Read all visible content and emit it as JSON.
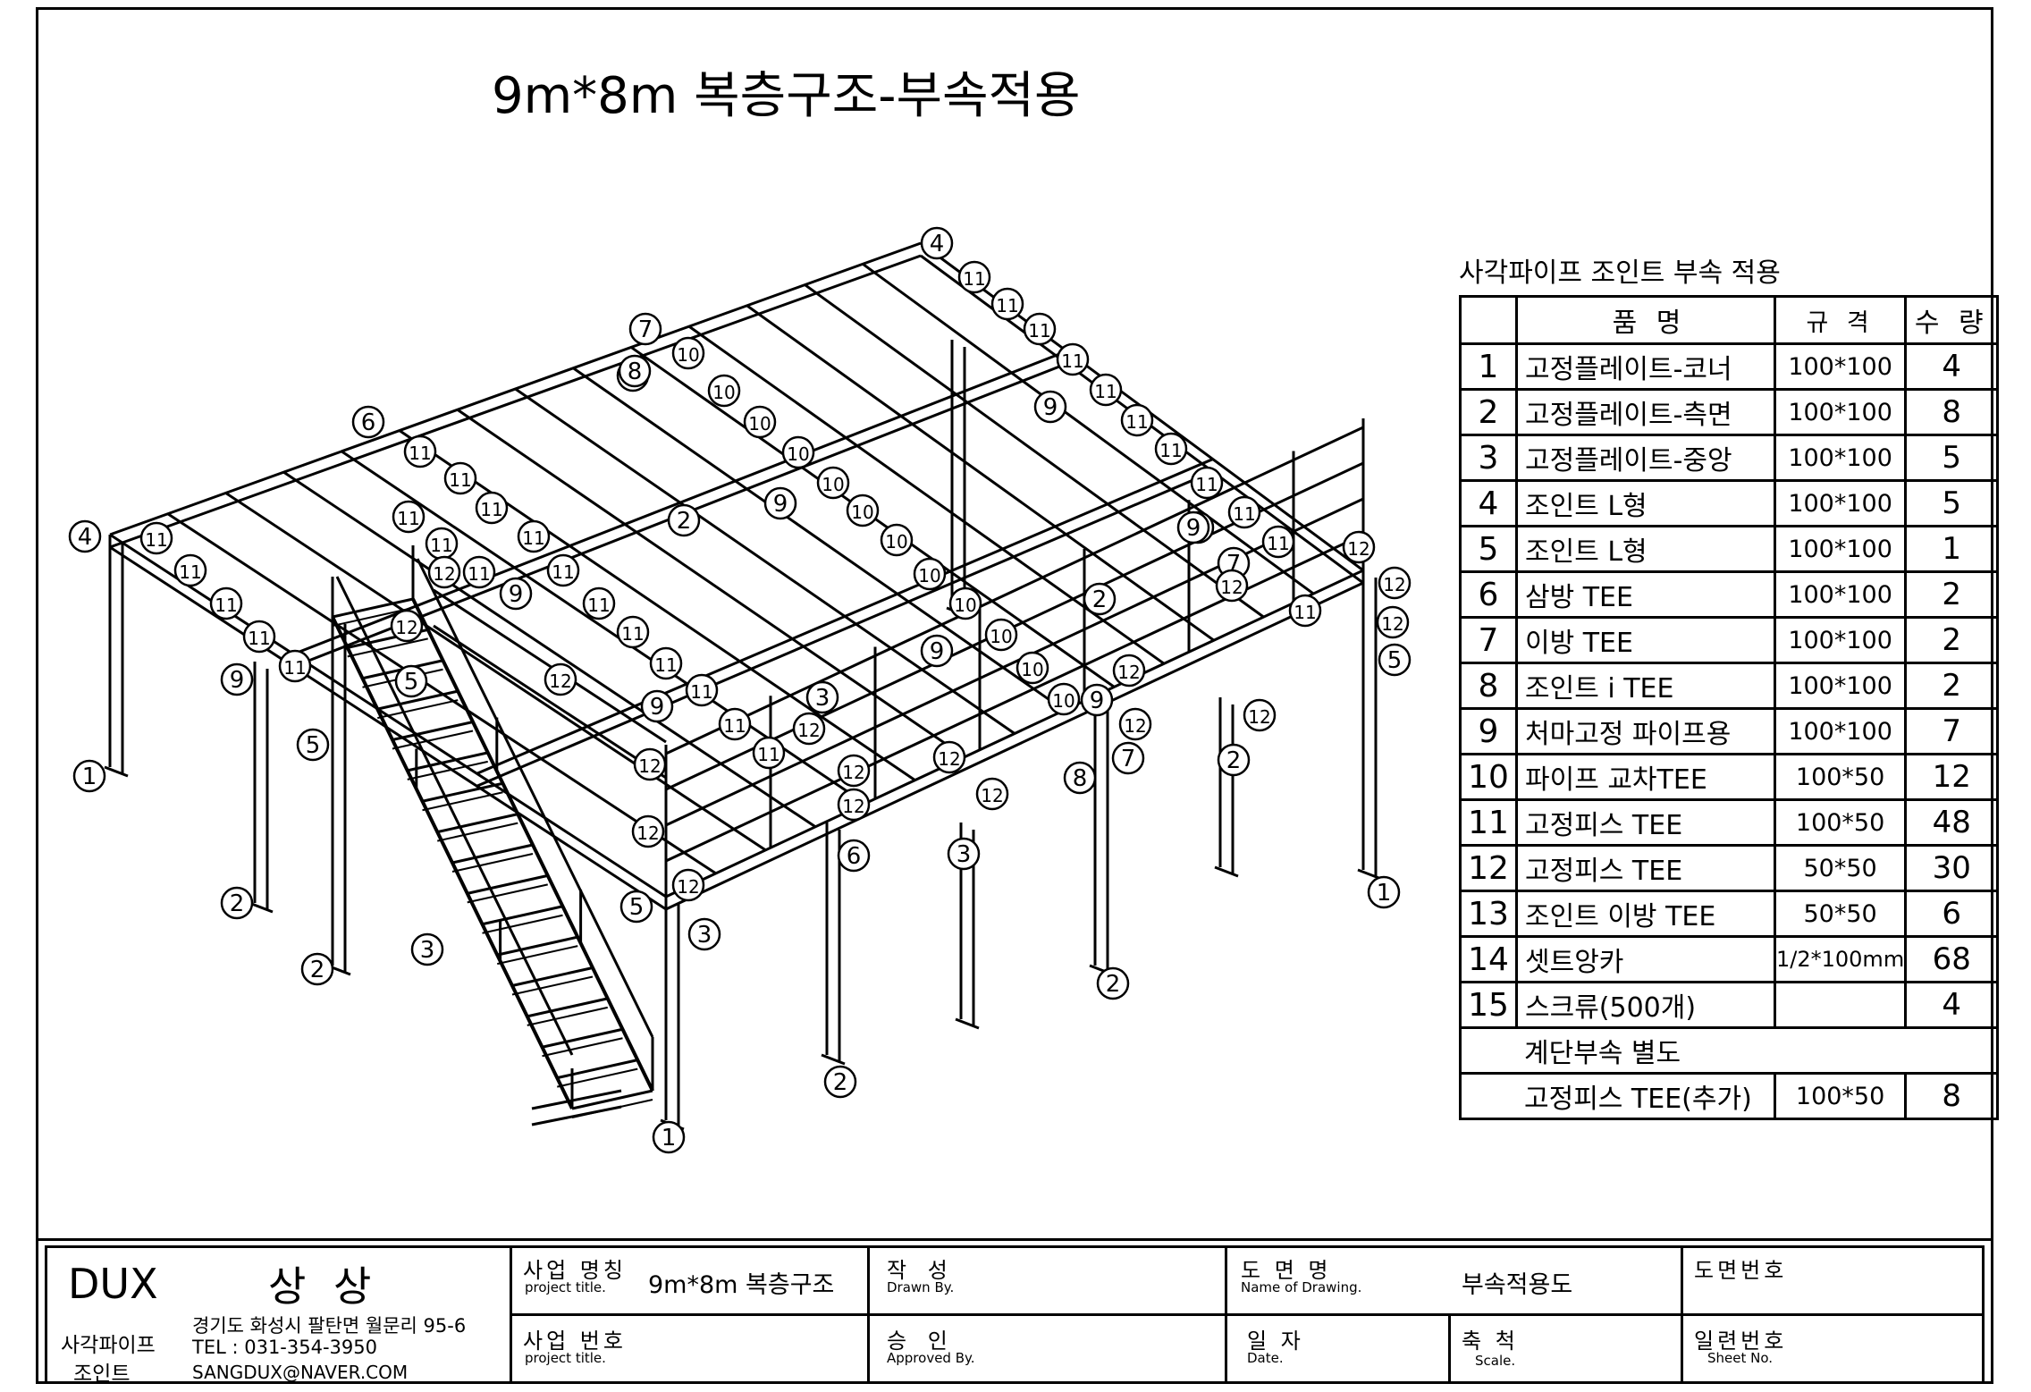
{
  "drawing_title": "9m*8m 복층구조-부속적용",
  "callout_labels": [
    "1",
    "2",
    "3",
    "4",
    "5",
    "6",
    "7",
    "8",
    "9",
    "10",
    "11",
    "12"
  ],
  "parts_table": {
    "caption": "사각파이프 조인트 부속 적용",
    "headers": {
      "no": "",
      "name": "품     명",
      "spec": "규  격",
      "qty": "수  량"
    },
    "rows": [
      {
        "no": "1",
        "name": "고정플레이트-코너",
        "spec": "100*100",
        "qty": "4"
      },
      {
        "no": "2",
        "name": "고정플레이트-측면",
        "spec": "100*100",
        "qty": "8"
      },
      {
        "no": "3",
        "name": "고정플레이트-중앙",
        "spec": "100*100",
        "qty": "5"
      },
      {
        "no": "4",
        "name": "조인트 L형",
        "spec": "100*100",
        "qty": "5"
      },
      {
        "no": "5",
        "name": "조인트 L형",
        "spec": "100*100",
        "qty": "1"
      },
      {
        "no": "6",
        "name": "삼방 TEE",
        "spec": "100*100",
        "qty": "2"
      },
      {
        "no": "7",
        "name": "이방 TEE",
        "spec": "100*100",
        "qty": "2"
      },
      {
        "no": "8",
        "name": "조인트 i TEE",
        "spec": "100*100",
        "qty": "2"
      },
      {
        "no": "9",
        "name": "처마고정 파이프용",
        "spec": "100*100",
        "qty": "7"
      },
      {
        "no": "10",
        "name": "파이프 교차TEE",
        "spec": "100*50",
        "qty": "12"
      },
      {
        "no": "11",
        "name": "고정피스 TEE",
        "spec": "100*50",
        "qty": "48"
      },
      {
        "no": "12",
        "name": "고정피스 TEE",
        "spec": "50*50",
        "qty": "30"
      },
      {
        "no": "13",
        "name": "조인트 이방 TEE",
        "spec": "50*50",
        "qty": "6"
      },
      {
        "no": "14",
        "name": "셋트앙카",
        "spec": "1/2*100mm",
        "qty": "68"
      },
      {
        "no": "15",
        "name": "스크류(500개)",
        "spec": "",
        "qty": "4"
      }
    ],
    "note_row": "계단부속 별도",
    "extra_row": {
      "name": "고정피스 TEE(추가)",
      "spec": "100*50",
      "qty": "8"
    }
  },
  "title_block": {
    "company_brand": "DUX",
    "company_name": "상 상",
    "company_sub1": "사각파이프",
    "company_sub2": "조인트",
    "address": "경기도 화성시 팔탄면 월문리 95-6",
    "tel": "TEL : 031-354-3950",
    "email": "SANGDUX@NAVER.COM",
    "project_name_label": "사업 명칭",
    "project_name_sub": "project title.",
    "project_name_value": "9m*8m 복층구조",
    "project_no_label": "사업 번호",
    "project_no_sub": "project title.",
    "drawn_label": "작  성",
    "drawn_sub": "Drawn By.",
    "approved_label": "승  인",
    "approved_sub": "Approved By.",
    "drawing_name_label": "도 면 명",
    "drawing_name_sub": "Name of Drawing.",
    "drawing_name_value": "부속적용도",
    "date_label": "일 자",
    "date_sub": "Date.",
    "scale_label": "축 척",
    "scale_sub": "Scale.",
    "drawing_no_label": "도면번호",
    "sheet_no_label": "일련번호",
    "sheet_no_sub": "Sheet No."
  }
}
